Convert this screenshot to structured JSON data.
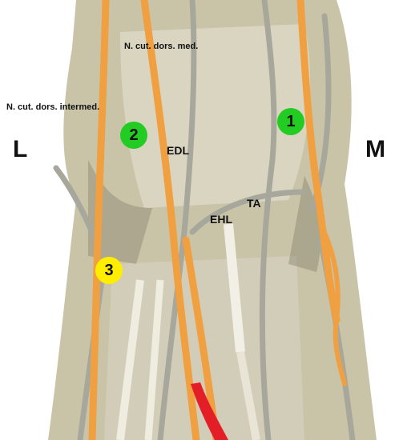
{
  "figure": {
    "side_labels": {
      "left": "L",
      "right": "M"
    },
    "nerve_labels": {
      "medial_dorsal_cutaneous": "N. cut. dors. med.",
      "intermediate_dorsal_cutaneous": "N. cut. dors. intermed."
    },
    "tendon_labels": {
      "edl": "EDL",
      "ehl": "EHL",
      "ta": "TA"
    },
    "markers": [
      {
        "label": "1",
        "color": "#22cc22"
      },
      {
        "label": "2",
        "color": "#22cc22"
      },
      {
        "label": "3",
        "color": "#ffee00"
      }
    ],
    "colors": {
      "nerve_highlight": "#f0a040",
      "artery": "#e41e26",
      "marker_green": "#22cc22",
      "marker_yellow": "#ffee00"
    }
  }
}
